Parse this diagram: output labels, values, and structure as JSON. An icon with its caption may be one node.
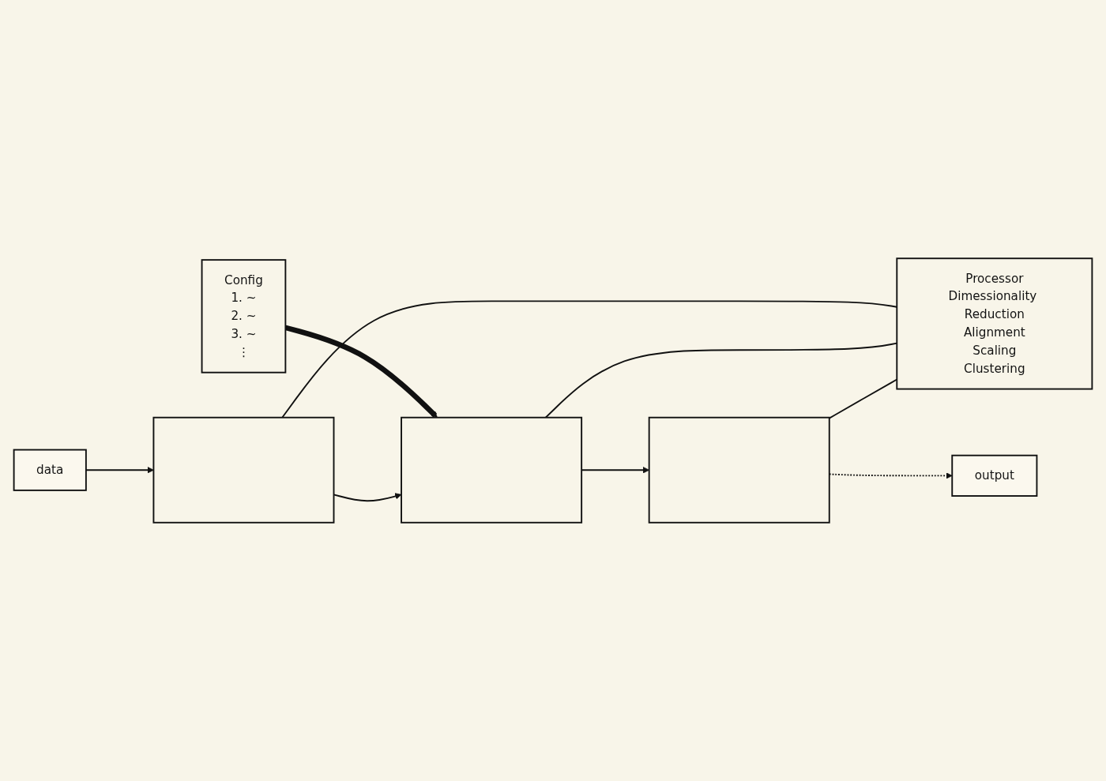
{
  "diagram": {
    "nodes": [
      {
        "text": [
          "data"
        ]
      },
      {
        "text": [
          "Config",
          "1. ~",
          "2. ~",
          "3. ~",
          "⋮"
        ]
      },
      {
        "text": [],
        "shape": "box"
      },
      {
        "text": [],
        "shape": "box"
      },
      {
        "text": [],
        "shape": "box"
      },
      {
        "text": [
          "Processor",
          "Dimessionality Reduction",
          "Alignment",
          "Scaling",
          "Clustering"
        ]
      },
      {
        "text": [
          "output"
        ]
      }
    ],
    "edges": [
      {
        "from": 0,
        "to": 2,
        "arrow": "to"
      },
      {
        "from": 1,
        "to": 3,
        "arrow": "to",
        "style": "thick"
      },
      {
        "from": 2,
        "to": 3,
        "arrow": "to"
      },
      {
        "from": 3,
        "to": 4,
        "arrow": "to"
      },
      {
        "from": 2,
        "to": 5,
        "arrow": "none"
      },
      {
        "from": 3,
        "to": 5,
        "arrow": "none"
      },
      {
        "from": 4,
        "to": 5,
        "arrow": "none"
      },
      {
        "from": 4,
        "to": 6,
        "arrow": "to",
        "style": "dashed"
      }
    ]
  }
}
